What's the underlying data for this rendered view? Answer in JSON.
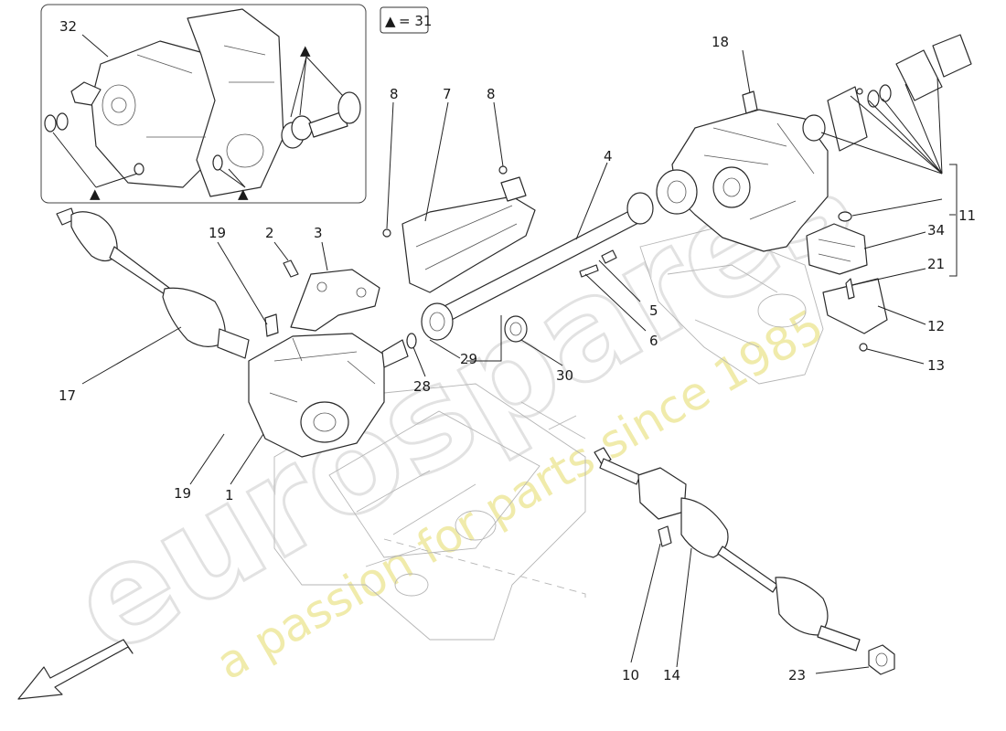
{
  "legend": {
    "marker": "▲",
    "text": "= 31"
  },
  "watermark": {
    "logo": "eurospares",
    "tagline": "a passion for parts since 1985"
  },
  "callouts": {
    "c1": "1",
    "c2": "2",
    "c3": "3",
    "c4": "4",
    "c5": "5",
    "c6": "6",
    "c7": "7",
    "c8a": "8",
    "c8b": "8",
    "c10": "10",
    "c11": "11",
    "c12": "12",
    "c13": "13",
    "c14": "14",
    "c17": "17",
    "c18": "18",
    "c19a": "19",
    "c19b": "19",
    "c21": "21",
    "c23": "23",
    "c28": "28",
    "c29": "29",
    "c30": "30",
    "c32": "32",
    "c34": "34"
  },
  "inset_markers": [
    "▲",
    "▲",
    "▲"
  ],
  "colors": {
    "line": "#2a2a2a",
    "watermark_logo": "#e2e2e2",
    "watermark_tag": "#efe9a2"
  }
}
